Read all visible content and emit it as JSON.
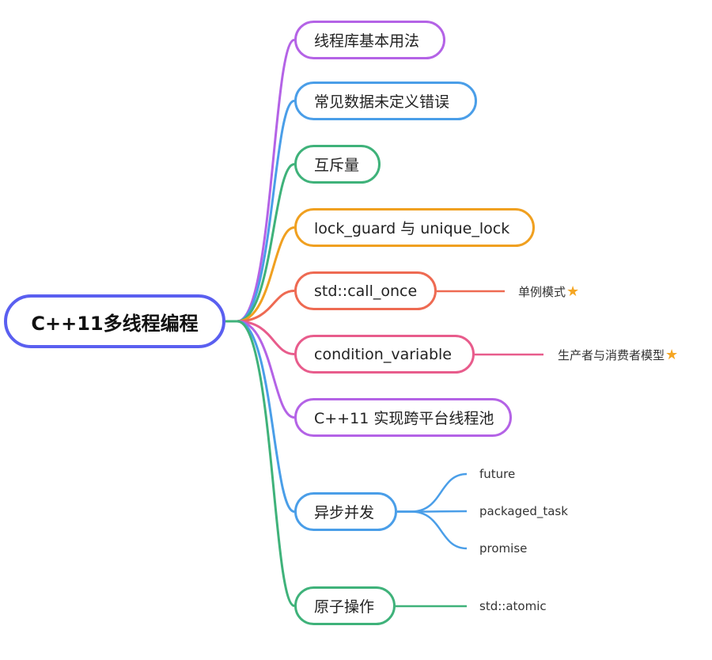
{
  "root": {
    "label": "C++11多线程编程",
    "color": "#5a5ff0"
  },
  "branches": [
    {
      "label": "线程库基本用法",
      "color": "#b463e6",
      "children": []
    },
    {
      "label": "常见数据未定义错误",
      "color": "#4a9ee8",
      "children": []
    },
    {
      "label": "互斥量",
      "color": "#3fb27a",
      "children": []
    },
    {
      "label": "lock_guard 与 unique_lock",
      "color": "#f0a020",
      "children": []
    },
    {
      "label": "std::call_once",
      "color": "#ee6a52",
      "children": [
        {
          "label": "单例模式",
          "icon": "star-icon"
        }
      ]
    },
    {
      "label": "condition_variable",
      "color": "#e85c8c",
      "children": [
        {
          "label": "生产者与消费者模型",
          "icon": "star-icon"
        }
      ]
    },
    {
      "label": "C++11 实现跨平台线程池",
      "color": "#b463e6",
      "children": []
    },
    {
      "label": "异步并发",
      "color": "#4a9ee8",
      "children": [
        {
          "label": "future"
        },
        {
          "label": "packaged_task"
        },
        {
          "label": "promise"
        }
      ]
    },
    {
      "label": "原子操作",
      "color": "#3fb27a",
      "children": [
        {
          "label": "std::atomic"
        }
      ]
    }
  ],
  "star_color": "#f5a623"
}
